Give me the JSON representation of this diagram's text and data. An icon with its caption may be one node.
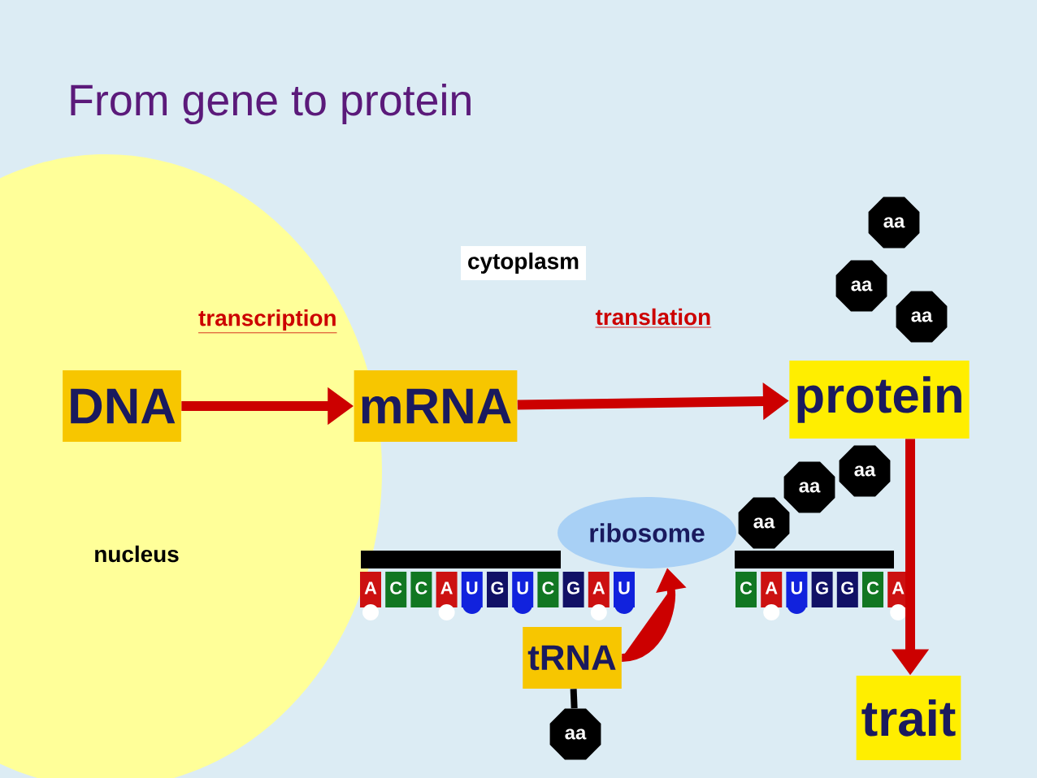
{
  "diagram": {
    "title": "From gene to protein",
    "nodes": [
      {
        "text": [
          "nucleus"
        ]
      },
      {
        "text": [
          "DNA"
        ],
        "in": 0
      },
      {
        "text": [
          "mRNA"
        ]
      },
      {
        "text": [
          "cytoplasm"
        ]
      },
      {
        "text": [
          "protein"
        ]
      },
      {
        "text": [
          "aa"
        ]
      },
      {
        "text": [
          "aa"
        ]
      },
      {
        "text": [
          "aa"
        ]
      },
      {
        "text": [
          "aa"
        ]
      },
      {
        "text": [
          "aa"
        ]
      },
      {
        "text": [
          "aa"
        ]
      },
      {
        "text": [
          "ribosome"
        ]
      },
      {
        "text": [
          "tRNA"
        ]
      },
      {
        "text": [
          "aa"
        ]
      },
      {
        "text": [
          "trait"
        ]
      }
    ],
    "edges": [
      {
        "from": 1,
        "to": 2,
        "arrow": "to",
        "label": "transcription"
      },
      {
        "from": 2,
        "to": 4,
        "arrow": "to",
        "label": "translation"
      },
      {
        "from": 4,
        "to": 14,
        "arrow": "to"
      },
      {
        "from": 12,
        "to": 11,
        "arrow": "to"
      },
      {
        "from": 12,
        "to": 13,
        "arrow": "none",
        "color": "#000000"
      }
    ],
    "labels": [
      "A",
      "C",
      "C",
      "A",
      "U",
      "G",
      "U",
      "C",
      "G",
      "A",
      "U",
      "C",
      "A",
      "U",
      "G",
      "G",
      "C",
      "A"
    ]
  }
}
